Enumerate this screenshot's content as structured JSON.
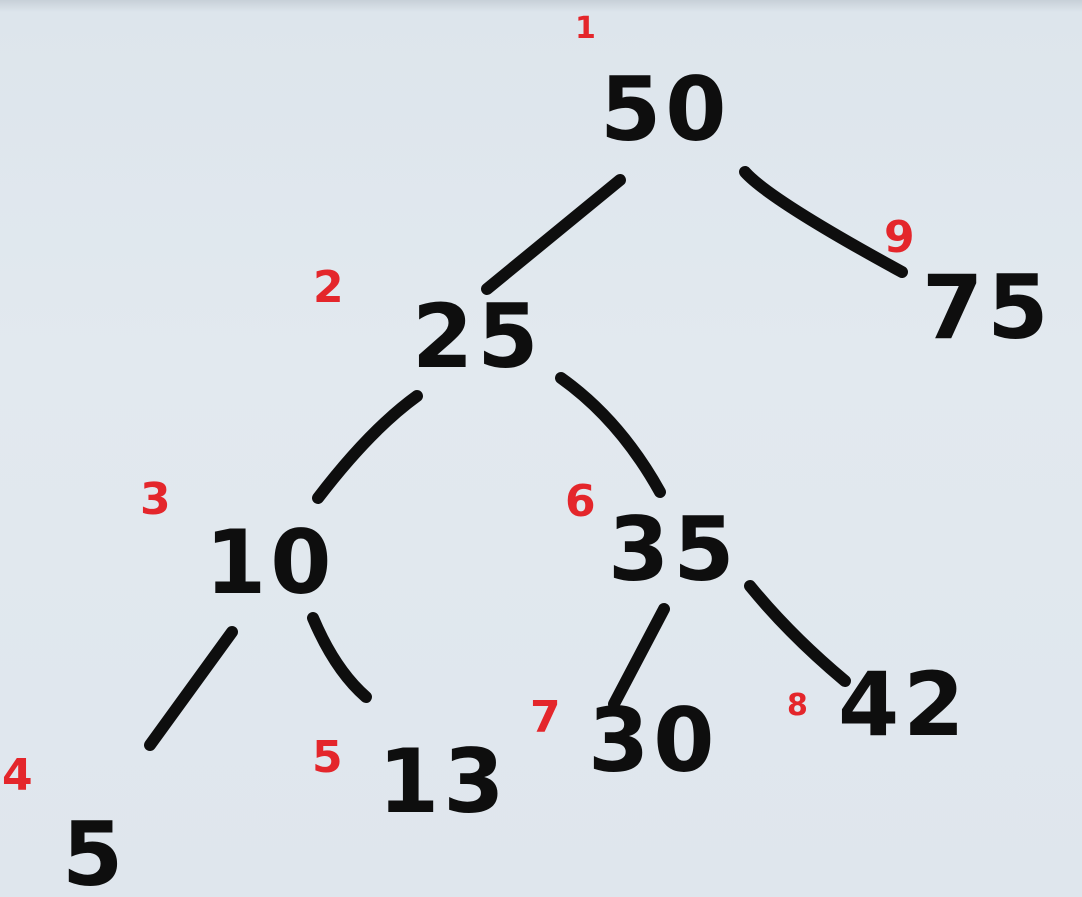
{
  "diagram": {
    "type": "binary search tree",
    "nodes": [
      {
        "id": "n50",
        "value": "50",
        "visit_order": "1"
      },
      {
        "id": "n25",
        "value": "25",
        "visit_order": "2"
      },
      {
        "id": "n10",
        "value": "10",
        "visit_order": "3"
      },
      {
        "id": "n5",
        "value": "5",
        "visit_order": "4"
      },
      {
        "id": "n13",
        "value": "13",
        "visit_order": "5"
      },
      {
        "id": "n35",
        "value": "35",
        "visit_order": "6"
      },
      {
        "id": "n30",
        "value": "30",
        "visit_order": "7"
      },
      {
        "id": "n42",
        "value": "42",
        "visit_order": "8"
      },
      {
        "id": "n75",
        "value": "75",
        "visit_order": "9"
      }
    ],
    "edges": [
      {
        "from": "50",
        "to": "25"
      },
      {
        "from": "50",
        "to": "75"
      },
      {
        "from": "25",
        "to": "10"
      },
      {
        "from": "25",
        "to": "35"
      },
      {
        "from": "10",
        "to": "5"
      },
      {
        "from": "10",
        "to": "13"
      },
      {
        "from": "35",
        "to": "30"
      },
      {
        "from": "35",
        "to": "42"
      }
    ]
  },
  "colors": {
    "background": "#e0e7ee",
    "ink": "#0e0e0e",
    "order_ink": "#e4262b"
  }
}
